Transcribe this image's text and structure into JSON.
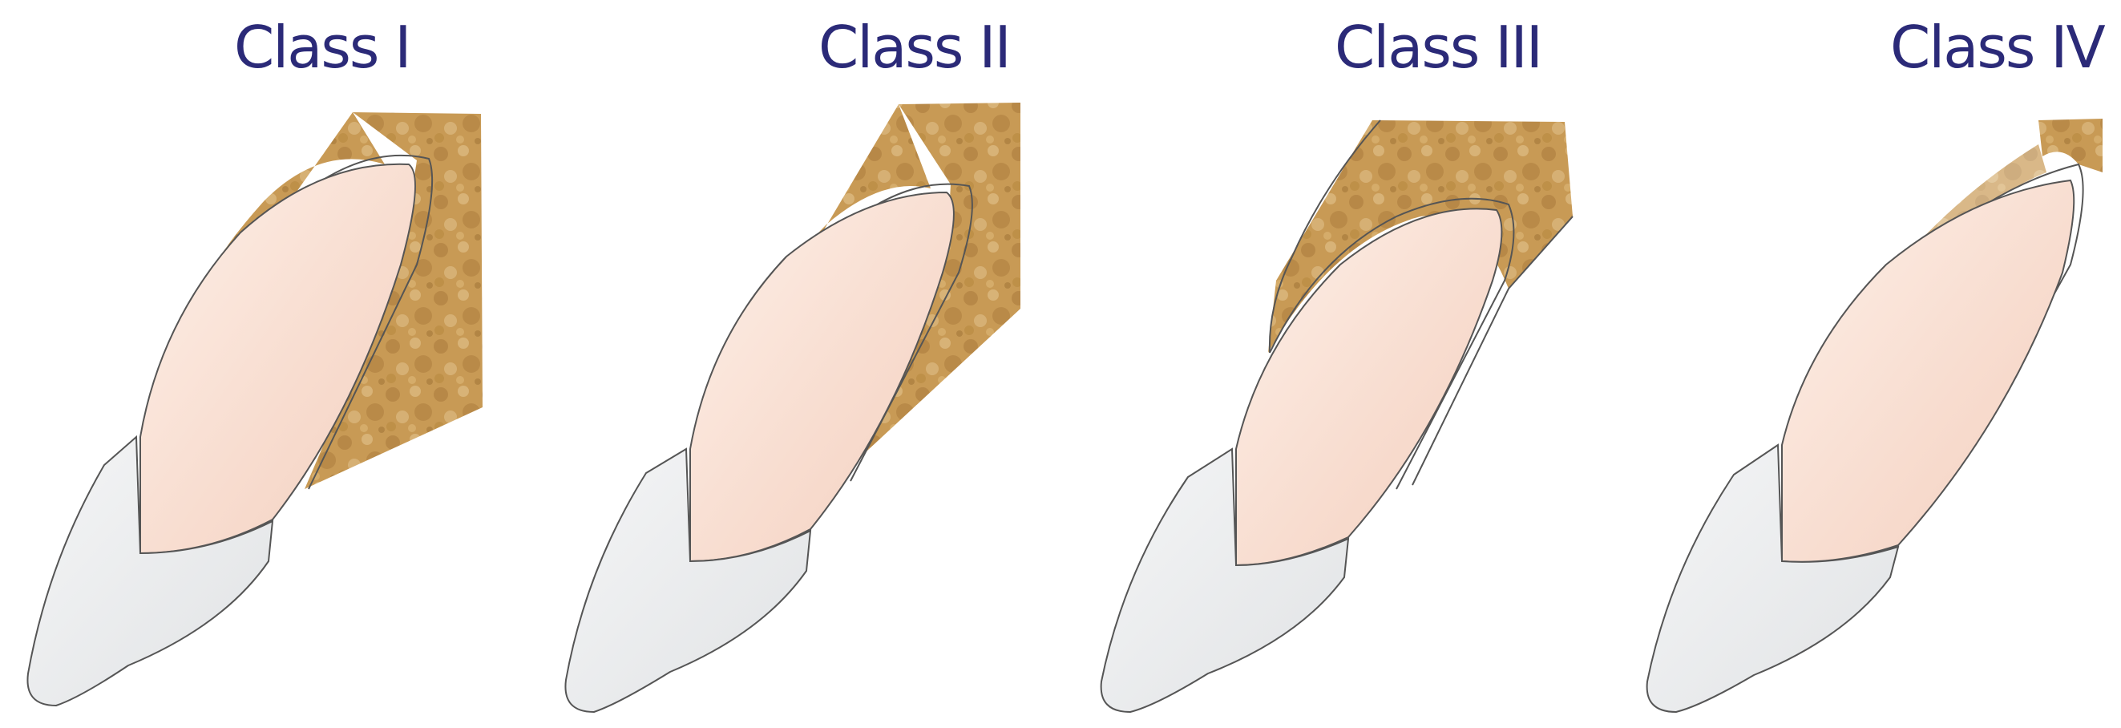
{
  "figure": {
    "panels": [
      {
        "id": "class-1",
        "title": "Class I"
      },
      {
        "id": "class-2",
        "title": "Class II"
      },
      {
        "id": "class-3",
        "title": "Class III"
      },
      {
        "id": "class-4",
        "title": "Class IV"
      }
    ],
    "colors": {
      "title": "#2b2a78",
      "bone": "#c89a55",
      "bone_dark": "#a97a3c",
      "root": "#f8ddd0",
      "crown": "#eceeef",
      "outline": "#555555"
    }
  }
}
